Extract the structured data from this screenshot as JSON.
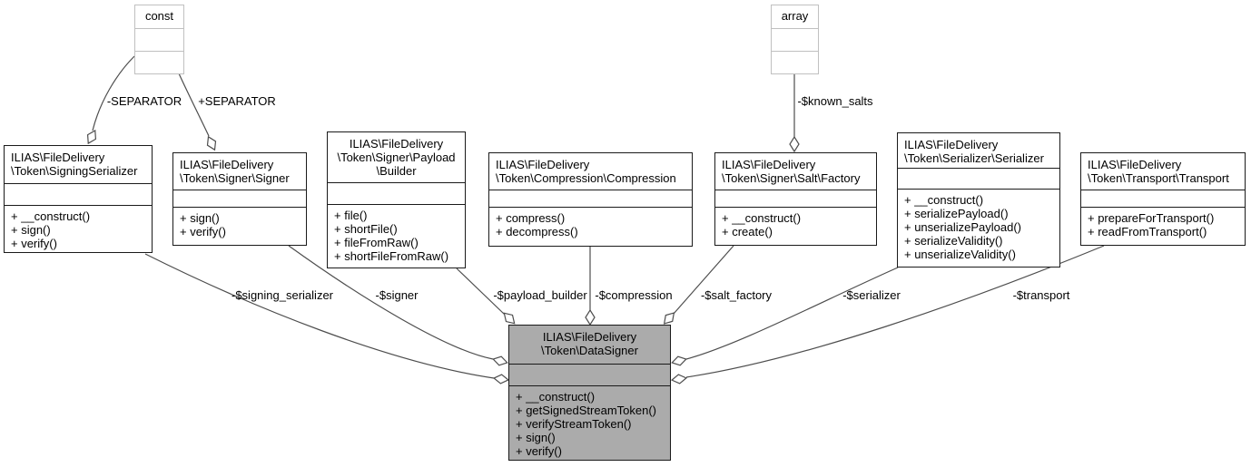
{
  "diagram": {
    "kind": "uml-collaboration-diagram",
    "colors": {
      "node_border": "#1a1a1a",
      "primitive_border": "#c0c0c0",
      "edge": "#4d4d4d",
      "highlight_fill": "#ababab",
      "node_fill": "#ffffff",
      "text": "#000000"
    },
    "primitives": {
      "const": {
        "label": "const"
      },
      "array": {
        "label": "array"
      }
    },
    "classes": {
      "signing_serializer": {
        "title": "ILIAS\\FileDelivery\n\\Token\\SigningSerializer",
        "methods": "+ __construct()\n+ sign()\n+ verify()"
      },
      "signer": {
        "title": "ILIAS\\FileDelivery\n\\Token\\Signer\\Signer",
        "methods": "+ sign()\n+ verify()"
      },
      "payload_builder": {
        "title": "ILIAS\\FileDelivery\n\\Token\\Signer\\Payload\n\\Builder",
        "methods": "+ file()\n+ shortFile()\n+ fileFromRaw()\n+ shortFileFromRaw()"
      },
      "compression": {
        "title": "ILIAS\\FileDelivery\n\\Token\\Compression\\Compression",
        "methods": "+ compress()\n+ decompress()"
      },
      "salt_factory": {
        "title": "ILIAS\\FileDelivery\n\\Token\\Signer\\Salt\\Factory",
        "methods": "+ __construct()\n+ create()"
      },
      "serializer": {
        "title": "ILIAS\\FileDelivery\n\\Token\\Serializer\\Serializer",
        "methods": "+ __construct()\n+ serializePayload()\n+ unserializePayload()\n+ serializeValidity()\n+ unserializeValidity()"
      },
      "transport": {
        "title": "ILIAS\\FileDelivery\n\\Token\\Transport\\Transport",
        "methods": "+ prepareForTransport()\n+ readFromTransport()"
      },
      "data_signer": {
        "title": "ILIAS\\FileDelivery\n\\Token\\DataSigner",
        "methods": "+ __construct()\n+ getSignedStreamToken()\n+ verifyStreamToken()\n+ sign()\n+ verify()"
      }
    },
    "edges": {
      "separator_minus": {
        "label": "-SEPARATOR",
        "from": "const",
        "to": "signing_serializer"
      },
      "separator_plus": {
        "label": "+SEPARATOR",
        "from": "const",
        "to": "signer"
      },
      "known_salts": {
        "label": "-$known_salts",
        "from": "array",
        "to": "salt_factory"
      },
      "signing_serializer": {
        "label": "-$signing_serializer",
        "from": "signing_serializer",
        "to": "data_signer"
      },
      "signer": {
        "label": "-$signer",
        "from": "signer",
        "to": "data_signer"
      },
      "payload_builder": {
        "label": "-$payload_builder",
        "from": "payload_builder",
        "to": "data_signer"
      },
      "compression": {
        "label": "-$compression",
        "from": "compression",
        "to": "data_signer"
      },
      "salt_factory": {
        "label": "-$salt_factory",
        "from": "salt_factory",
        "to": "data_signer"
      },
      "serializer": {
        "label": "-$serializer",
        "from": "serializer",
        "to": "data_signer"
      },
      "transport": {
        "label": "-$transport",
        "from": "transport",
        "to": "data_signer"
      }
    }
  }
}
